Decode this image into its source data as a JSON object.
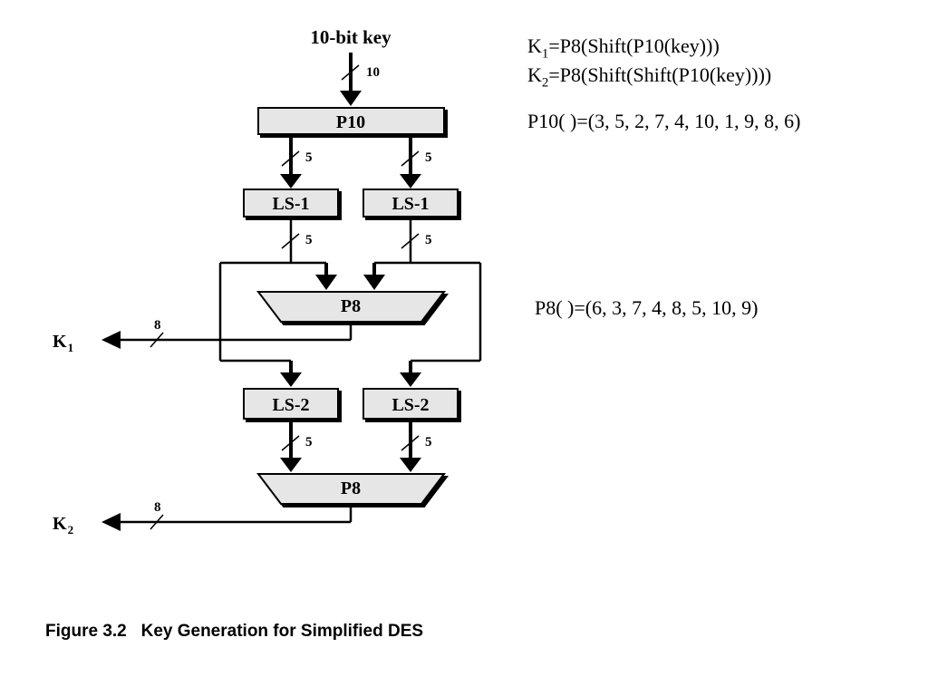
{
  "diagram": {
    "input_label": "10-bit key",
    "bus_width_input": "10",
    "bus_width_split": "5",
    "bus_width_output": "8",
    "p10_label": "P10",
    "ls1_label": "LS-1",
    "p8_label": "P8",
    "ls2_label": "LS-2",
    "k1_base": "K",
    "k1_sub": "1",
    "k2_base": "K",
    "k2_sub": "2"
  },
  "formulas": {
    "k1": {
      "base": "K",
      "sub": "1",
      "expr": "=P8(Shift(P10(key)))"
    },
    "k2": {
      "base": "K",
      "sub": "2",
      "expr": "=P8(Shift(Shift(P10(key))))"
    },
    "p10_def": "P10( )=(3, 5, 2, 7, 4, 10, 1, 9, 8, 6)",
    "p8_def": "P8( )=(6, 3, 7, 4, 8, 5, 10, 9)"
  },
  "caption": {
    "figure": "Figure 3.2",
    "title": "Key Generation for Simplified DES"
  },
  "colors": {
    "box_fill": "#e6e6e6",
    "stroke": "#000000"
  }
}
